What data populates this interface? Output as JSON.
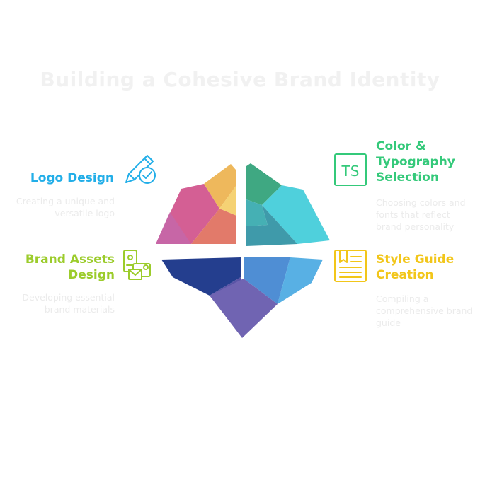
{
  "title": "Building a Cohesive Brand Identity",
  "colors": {
    "blue": "#22aee8",
    "green": "#34c97a",
    "lime": "#9ccc2c",
    "yellow": "#f2c61a"
  },
  "items": [
    {
      "label": "Logo Design",
      "description": "Creating a unique and versatile logo",
      "icon": "pencil-check-icon"
    },
    {
      "label": "Color & Typography Selection",
      "description": "Choosing colors and fonts that reflect brand personality",
      "icon": "typography-ts-icon"
    },
    {
      "label": "Brand Assets Design",
      "description": "Developing essential brand materials",
      "icon": "brand-assets-icon"
    },
    {
      "label": "Style Guide Creation",
      "description": "Compiling a comprehensive brand guide",
      "icon": "style-guide-book-icon"
    }
  ],
  "typography_icon_text": "TS"
}
